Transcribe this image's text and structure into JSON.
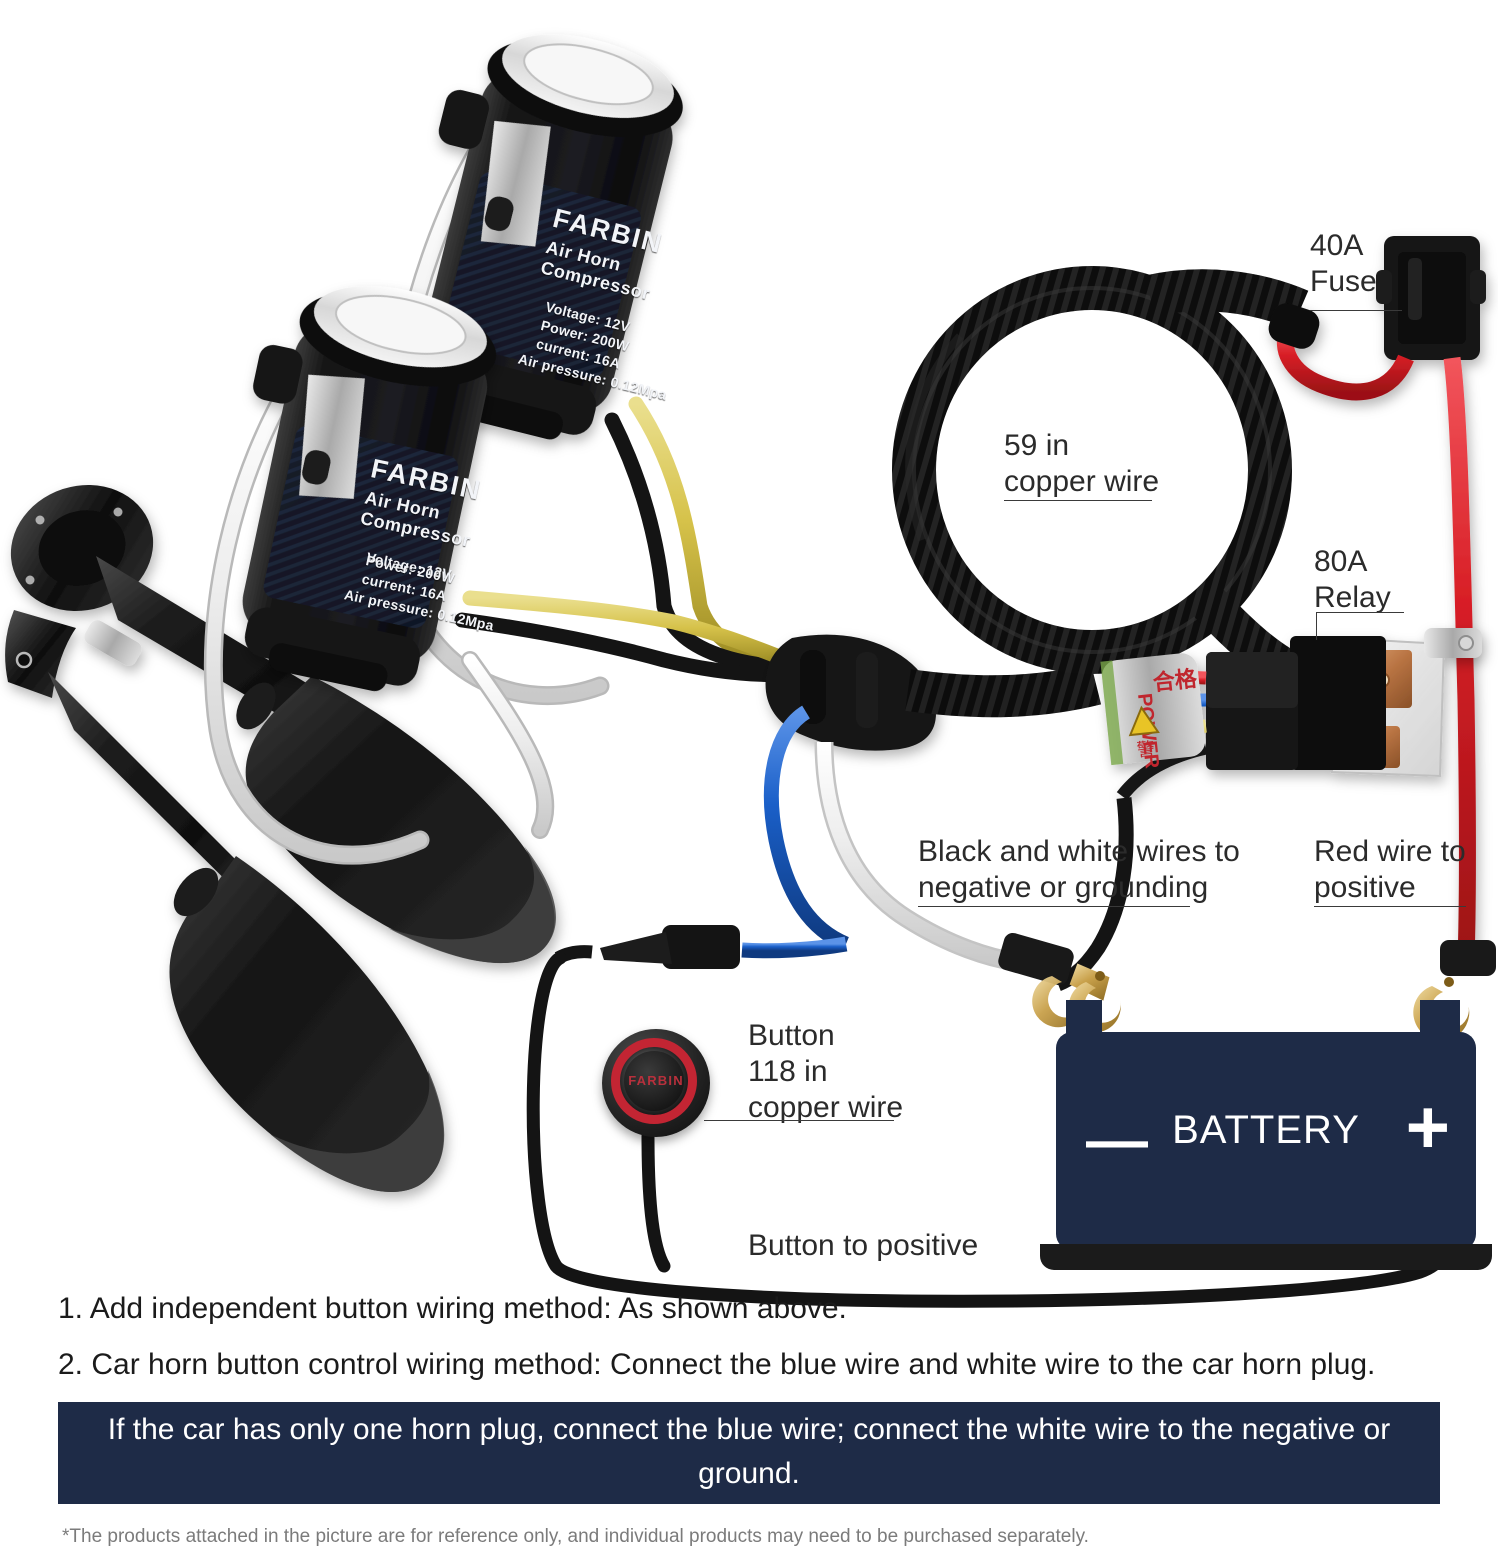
{
  "diagram": {
    "title_alt": "FARBIN air horn compressor wiring diagram",
    "callouts": [
      {
        "name": "fuse",
        "lines": "40A\nFuse"
      },
      {
        "name": "coil",
        "lines": "59 in\ncopper wire"
      },
      {
        "name": "relay",
        "lines": "80A\nRelay"
      },
      {
        "name": "ground",
        "lines": "Black and white wires to\nnegative or grounding"
      },
      {
        "name": "red",
        "lines": "Red wire to\npositive"
      },
      {
        "name": "button",
        "lines": "Button\n118 in\ncopper wire"
      },
      {
        "name": "btnpos",
        "lines": "Button to positive"
      }
    ],
    "battery": {
      "label": "BATTERY",
      "negative_symbol": "—",
      "positive_symbol": "+",
      "body_color": "#1e2b47"
    },
    "button_device": {
      "brand": "FARBIN",
      "ring_color": "#c32533"
    },
    "compressors": [
      {
        "brand": "FARBIN",
        "brand_mark": "®",
        "subtitle": "Air Horn Compressor",
        "specs": [
          "Voltage:  12V",
          "Power:  200W",
          "current:  16A",
          "Air pressure:  0.12Mpa"
        ]
      },
      {
        "brand": "FARBIN",
        "brand_mark": "®",
        "subtitle": "Air Horn Compressor",
        "specs": [
          "Voltage:  12V",
          "Power:  200W",
          "current:  16A",
          "Air pressure:  0.12Mpa"
        ]
      }
    ],
    "wire_colors": {
      "red": "#d81f26",
      "blue": "#1a5fc8",
      "yellow": "#d6c24a",
      "white": "#f4f4f4",
      "black": "#141414",
      "brass": "#c8a04a"
    }
  },
  "notes": {
    "item1": "1. Add independent button wiring method: As shown above.",
    "item2": "2. Car horn button control wiring method: Connect the blue wire and white wire to the car horn plug.",
    "highlight": "If the car has only one horn plug, connect the blue wire; connect the white wire to the negative or ground.",
    "footnote": "*The products attached in the picture are for reference only, and individual products may need to be purchased separately."
  }
}
